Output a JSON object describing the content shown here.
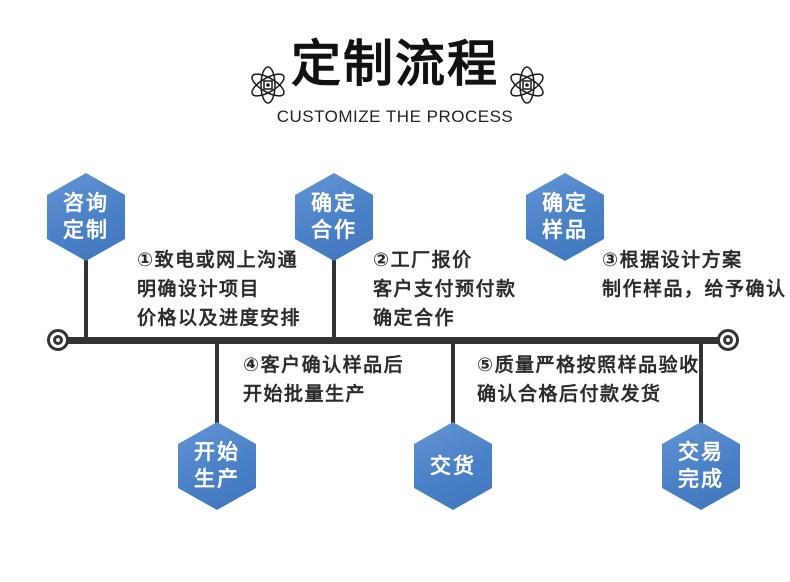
{
  "header": {
    "title": "定制流程",
    "subtitle": "CUSTOMIZE THE PROCESS",
    "decor_icons": [
      "atom-icon",
      "atom-icon"
    ]
  },
  "colors": {
    "node_blue": "#4a80c6",
    "node_blue_light": "#6496d4",
    "line_dark": "#333333",
    "text": "#2b2b2b"
  },
  "timeline": {
    "top_nodes": [
      {
        "label_lines": [
          "咨询",
          "定制"
        ]
      },
      {
        "label_lines": [
          "确定",
          "合作"
        ]
      },
      {
        "label_lines": [
          "确定",
          "样品"
        ]
      }
    ],
    "bottom_nodes": [
      {
        "label_lines": [
          "开始",
          "生产"
        ]
      },
      {
        "label_lines": [
          "交货"
        ]
      },
      {
        "label_lines": [
          "交易",
          "完成"
        ]
      }
    ],
    "steps": [
      {
        "lines": [
          "①致电或网上沟通",
          "明确设计项目",
          "价格以及进度安排"
        ]
      },
      {
        "lines": [
          "②工厂报价",
          "客户支付预付款",
          "确定合作"
        ]
      },
      {
        "lines": [
          "③根据设计方案",
          "制作样品，给予确认"
        ]
      },
      {
        "lines": [
          "④客户确认样品后",
          "开始批量生产"
        ]
      },
      {
        "lines": [
          "⑤质量严格按照样品验收",
          "确认合格后付款发货"
        ]
      }
    ]
  }
}
